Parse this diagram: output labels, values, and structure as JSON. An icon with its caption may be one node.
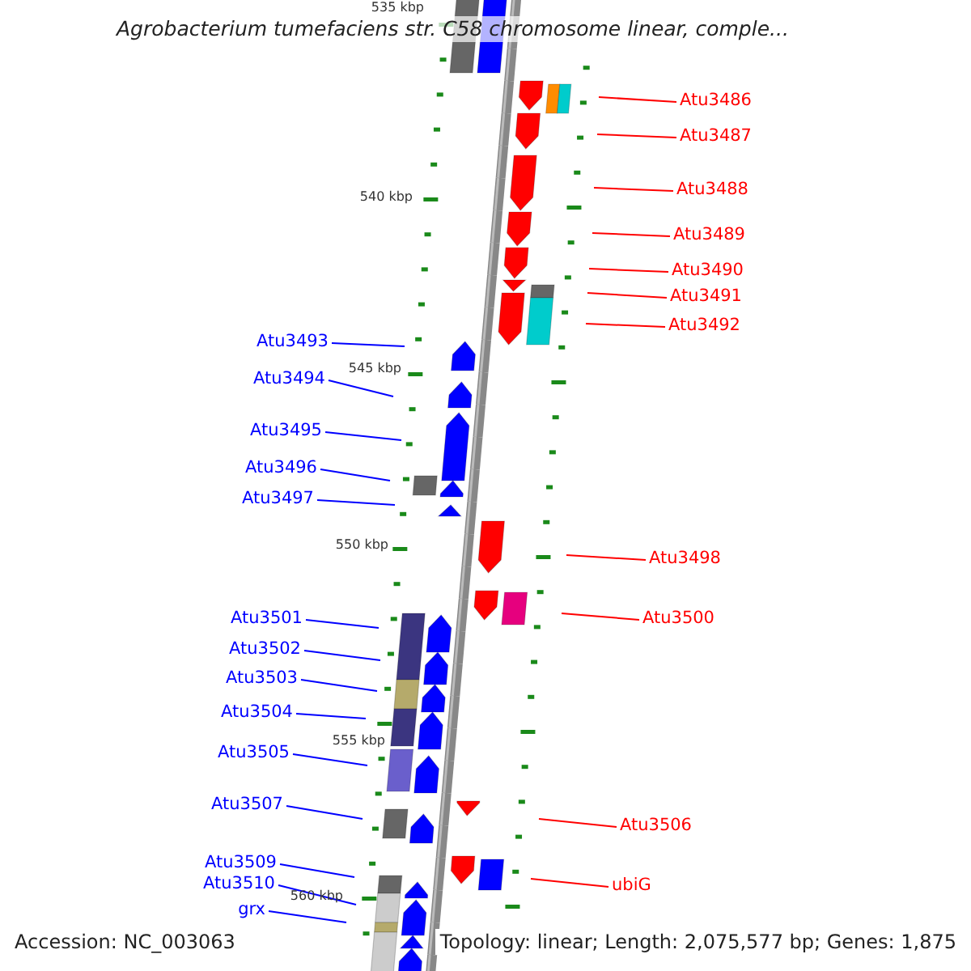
{
  "diagram": {
    "title": "Agrobacterium tumefaciens str. C58 chromosome linear, comple...",
    "nodes": [
      {
        "text": [
          "Atu3486"
        ]
      },
      {
        "text": [
          "Atu3487"
        ]
      },
      {
        "text": [
          "Atu3488"
        ]
      },
      {
        "text": [
          "Atu3489"
        ]
      },
      {
        "text": [
          "Atu3490"
        ]
      },
      {
        "text": [
          "Atu3491"
        ]
      },
      {
        "text": [
          "Atu3492"
        ]
      },
      {
        "text": [
          "Atu3493"
        ]
      },
      {
        "text": [
          "Atu3494"
        ]
      },
      {
        "text": [
          "Atu3495"
        ]
      },
      {
        "text": [
          "Atu3496"
        ]
      },
      {
        "text": [
          "Atu3497"
        ]
      },
      {
        "text": [
          "Atu3498"
        ]
      },
      {
        "text": [
          "Atu3500"
        ]
      },
      {
        "text": [
          "Atu3501"
        ]
      },
      {
        "text": [
          "Atu3502"
        ]
      },
      {
        "text": [
          "Atu3503"
        ]
      },
      {
        "text": [
          "Atu3504"
        ]
      },
      {
        "text": [
          "Atu3505"
        ]
      },
      {
        "text": [
          "Atu3507"
        ]
      },
      {
        "text": [
          "Atu3506"
        ]
      },
      {
        "text": [
          "Atu3509"
        ]
      },
      {
        "text": [
          "Atu3510"
        ]
      },
      {
        "text": [
          "ubiG"
        ]
      },
      {
        "text": [
          "grx"
        ]
      }
    ],
    "edges": [
      {
        "from": 0,
        "to": null,
        "arrow": "none",
        "color": "#ff0000"
      },
      {
        "from": 1,
        "to": null,
        "arrow": "none",
        "color": "#ff0000"
      },
      {
        "from": 2,
        "to": null,
        "arrow": "none",
        "color": "#ff0000"
      },
      {
        "from": 3,
        "to": null,
        "arrow": "none",
        "color": "#ff0000"
      },
      {
        "from": 4,
        "to": null,
        "arrow": "none",
        "color": "#ff0000"
      },
      {
        "from": 5,
        "to": null,
        "arrow": "none",
        "color": "#ff0000"
      },
      {
        "from": 6,
        "to": null,
        "arrow": "none",
        "color": "#ff0000"
      },
      {
        "from": 7,
        "to": null,
        "arrow": "none"
      },
      {
        "from": 8,
        "to": null,
        "arrow": "none"
      },
      {
        "from": 9,
        "to": null,
        "arrow": "none"
      },
      {
        "from": 10,
        "to": null,
        "arrow": "none"
      },
      {
        "from": 11,
        "to": null,
        "arrow": "none"
      },
      {
        "from": 12,
        "to": null,
        "arrow": "none",
        "color": "#ff0000"
      },
      {
        "from": 13,
        "to": null,
        "arrow": "none",
        "color": "#ff0000"
      },
      {
        "from": 14,
        "to": null,
        "arrow": "none"
      },
      {
        "from": 15,
        "to": null,
        "arrow": "none"
      },
      {
        "from": 16,
        "to": null,
        "arrow": "none"
      },
      {
        "from": 17,
        "to": null,
        "arrow": "none"
      },
      {
        "from": 18,
        "to": null,
        "arrow": "none"
      },
      {
        "from": 19,
        "to": null,
        "arrow": "none"
      },
      {
        "from": 20,
        "to": null,
        "arrow": "none",
        "color": "#ff0000"
      },
      {
        "from": 21,
        "to": null,
        "arrow": "none"
      },
      {
        "from": 22,
        "to": null,
        "arrow": "none"
      },
      {
        "from": 23,
        "to": null,
        "arrow": "none",
        "color": "#ff0000"
      },
      {
        "from": 24,
        "to": null,
        "arrow": "none"
      }
    ],
    "labels": [
      "535 kbp",
      "540 kbp",
      "545 kbp",
      "550 kbp",
      "555 kbp",
      "560 kbp",
      "Accession: NC_003063",
      "Topology: linear; Length: 2,075,577 bp; Genes: 1,875"
    ]
  }
}
